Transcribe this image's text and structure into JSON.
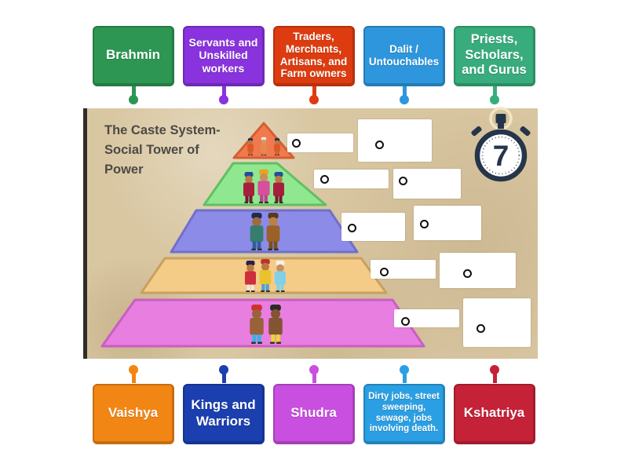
{
  "diagram": {
    "title_lines": [
      "The Caste System-",
      "Social Tower of",
      "Power"
    ],
    "background_color": "#d9c7a2",
    "timer": {
      "value": "7",
      "color": "#25354a"
    },
    "pyramid_levels": [
      {
        "name": "level-1-top",
        "color": "#f0794e"
      },
      {
        "name": "level-2",
        "color": "#8fe88f"
      },
      {
        "name": "level-3",
        "color": "#8c8ce8"
      },
      {
        "name": "level-4",
        "color": "#f5cb88"
      },
      {
        "name": "level-5-bottom",
        "color": "#e87ee0"
      }
    ],
    "drop_zone_count": 10
  },
  "top_labels": [
    {
      "label": "Brahmin",
      "color": "#2d9653"
    },
    {
      "label": "Servants and Unskilled workers",
      "color": "#8833dd"
    },
    {
      "label": "Traders, Merchants, Artisans, and Farm owners",
      "color": "#dd3c10"
    },
    {
      "label": "Dalit / Untouchables",
      "color": "#2e96dc"
    },
    {
      "label": "Priests, Scholars, and Gurus",
      "color": "#38ac7c"
    }
  ],
  "bottom_labels": [
    {
      "label": "Vaishya",
      "color": "#f28614"
    },
    {
      "label": "Kings and Warriors",
      "color": "#1c3faf"
    },
    {
      "label": "Shudra",
      "color": "#c84fe0"
    },
    {
      "label": "Dirty jobs, street sweeping, sewage, jobs involving death.",
      "color": "#2b9fe3"
    },
    {
      "label": "Kshatriya",
      "color": "#c52237"
    }
  ]
}
